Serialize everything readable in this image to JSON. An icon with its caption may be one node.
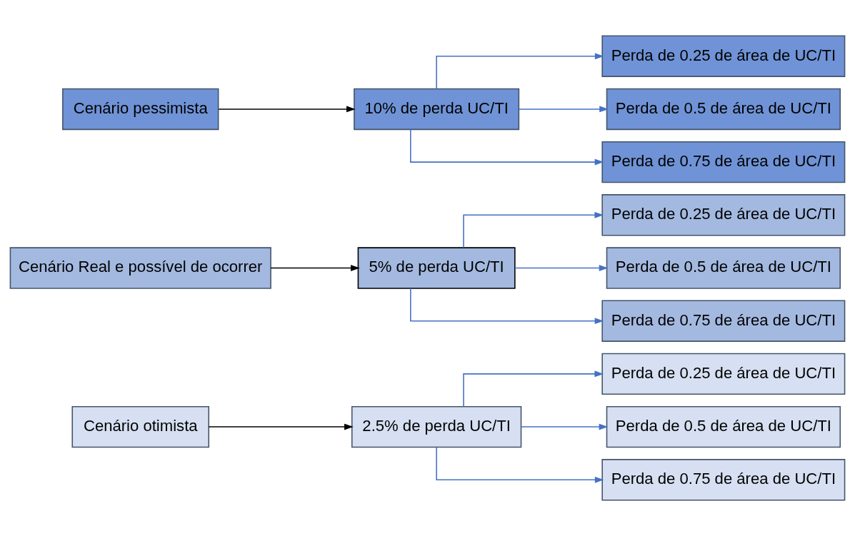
{
  "diagram": {
    "nodes": [
      {
        "text": [
          "Cenário otimista"
        ]
      },
      {
        "text": [
          "2.5% de perda UC/TI"
        ]
      },
      {
        "text": [
          "Perda de 0.25 de área de UC/TI"
        ]
      },
      {
        "text": [
          "Perda de 0.5 de área de UC/TI"
        ]
      },
      {
        "text": [
          "Perda de 0.75 de área de UC/TI"
        ]
      },
      {
        "text": [
          "Cenário Real e possível de ocorrer"
        ]
      },
      {
        "text": [
          "5% de perda UC/TI"
        ]
      },
      {
        "text": [
          "Perda de 0.25 de área de UC/TI"
        ]
      },
      {
        "text": [
          "Perda de 0.5 de área de UC/TI"
        ]
      },
      {
        "text": [
          "Perda de 0.75 de área de UC/TI"
        ]
      },
      {
        "text": [
          "Cenário pessimista"
        ]
      },
      {
        "text": [
          "10% de perda UC/TI"
        ]
      },
      {
        "text": [
          "Perda de 0.25 de área de UC/TI"
        ]
      },
      {
        "text": [
          "Perda de 0.5 de área de UC/TI"
        ]
      },
      {
        "text": [
          "Perda de 0.75 de área de UC/TI"
        ]
      }
    ],
    "edges": [
      {
        "from": 0,
        "to": 1,
        "arrow": "to",
        "color": "#000000"
      },
      {
        "from": 1,
        "to": 2,
        "arrow": "to"
      },
      {
        "from": 1,
        "to": 3,
        "arrow": "to"
      },
      {
        "from": 1,
        "to": 4,
        "arrow": "to"
      },
      {
        "from": 5,
        "to": 6,
        "arrow": "to",
        "color": "#000000"
      },
      {
        "from": 6,
        "to": 7,
        "arrow": "to"
      },
      {
        "from": 6,
        "to": 8,
        "arrow": "to"
      },
      {
        "from": 6,
        "to": 9,
        "arrow": "to"
      },
      {
        "from": 10,
        "to": 11,
        "arrow": "to",
        "color": "#000000"
      },
      {
        "from": 11,
        "to": 12,
        "arrow": "to"
      },
      {
        "from": 11,
        "to": 13,
        "arrow": "to"
      },
      {
        "from": 11,
        "to": 14,
        "arrow": "to"
      }
    ]
  }
}
